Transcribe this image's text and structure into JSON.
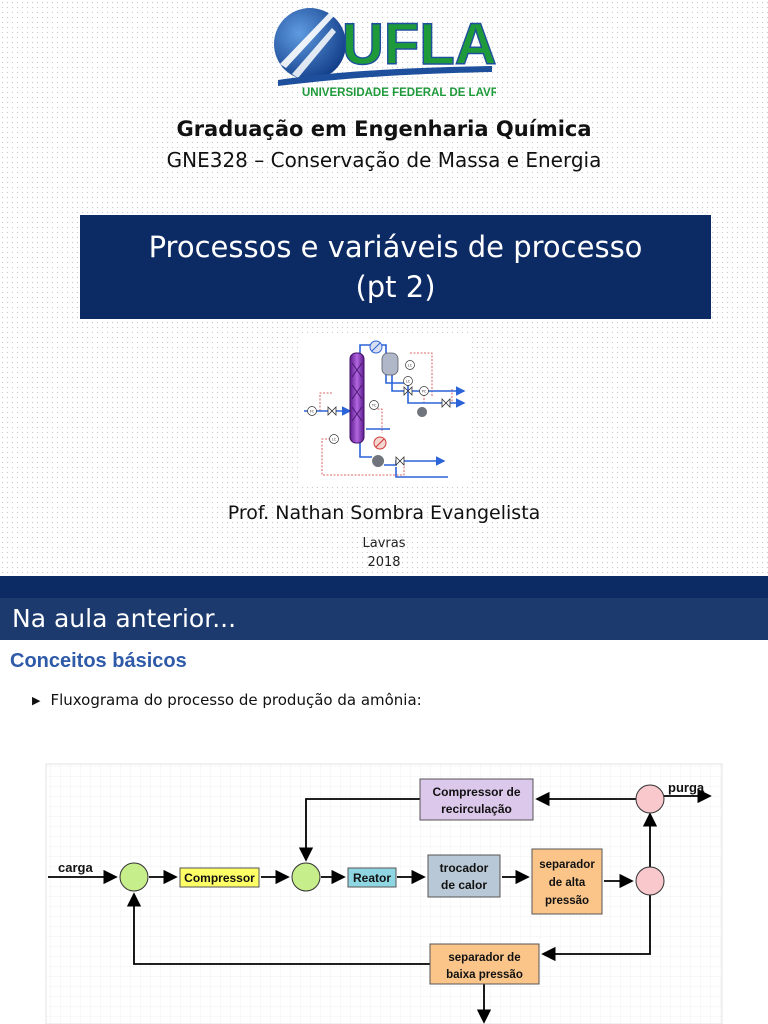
{
  "slide1": {
    "logo": {
      "text": "UFLA",
      "caption": "UNIVERSIDADE FEDERAL DE LAVRAS",
      "colors": {
        "blue": "#1e4f9c",
        "green": "#1f9a3b"
      }
    },
    "program": "Graduação em Engenharia Química",
    "course": "GNE328 – Conservação de Massa e Energia",
    "title_line1": "Processos e variáveis de processo",
    "title_line2": "(pt 2)",
    "instruments": {
      "tc": "TC",
      "fc": "FC",
      "lc": "LC",
      "pc": "PC",
      "lc2": "LC",
      "lc3": "LC"
    },
    "professor": "Prof. Nathan Sombra Evangelista",
    "city": "Lavras",
    "year": "2018"
  },
  "slide2": {
    "header": "Na aula anterior...",
    "subtitle": "Conceitos básicos",
    "bullet": "Fluxograma do processo de produção da amônia:",
    "flow": {
      "carga": "carga",
      "compressor": "Compressor",
      "reator": "Reator",
      "trocador_1": "trocador",
      "trocador_2": "de calor",
      "sep_alta_1": "separador",
      "sep_alta_2": "de alta",
      "sep_alta_3": "pressão",
      "comp_rec_1": "Compressor de",
      "comp_rec_2": "recirculação",
      "purga": "purga",
      "sep_baixa_1": "separador de",
      "sep_baixa_2": "baixa pressão"
    }
  },
  "colors": {
    "navy": "#0c2a63",
    "header_blue": "#1c3a6e",
    "subtitle_blue": "#2e5aa8",
    "mixer_green": "#c6ef8b",
    "splitter_pink": "#f8c8cc",
    "compressor_yellow": "#ffff66",
    "reactor_cyan": "#8ed6e2",
    "exchanger_gray": "#b8c8d6",
    "separator_orange": "#fbc58a",
    "recycle_purple": "#dcc8ea"
  }
}
